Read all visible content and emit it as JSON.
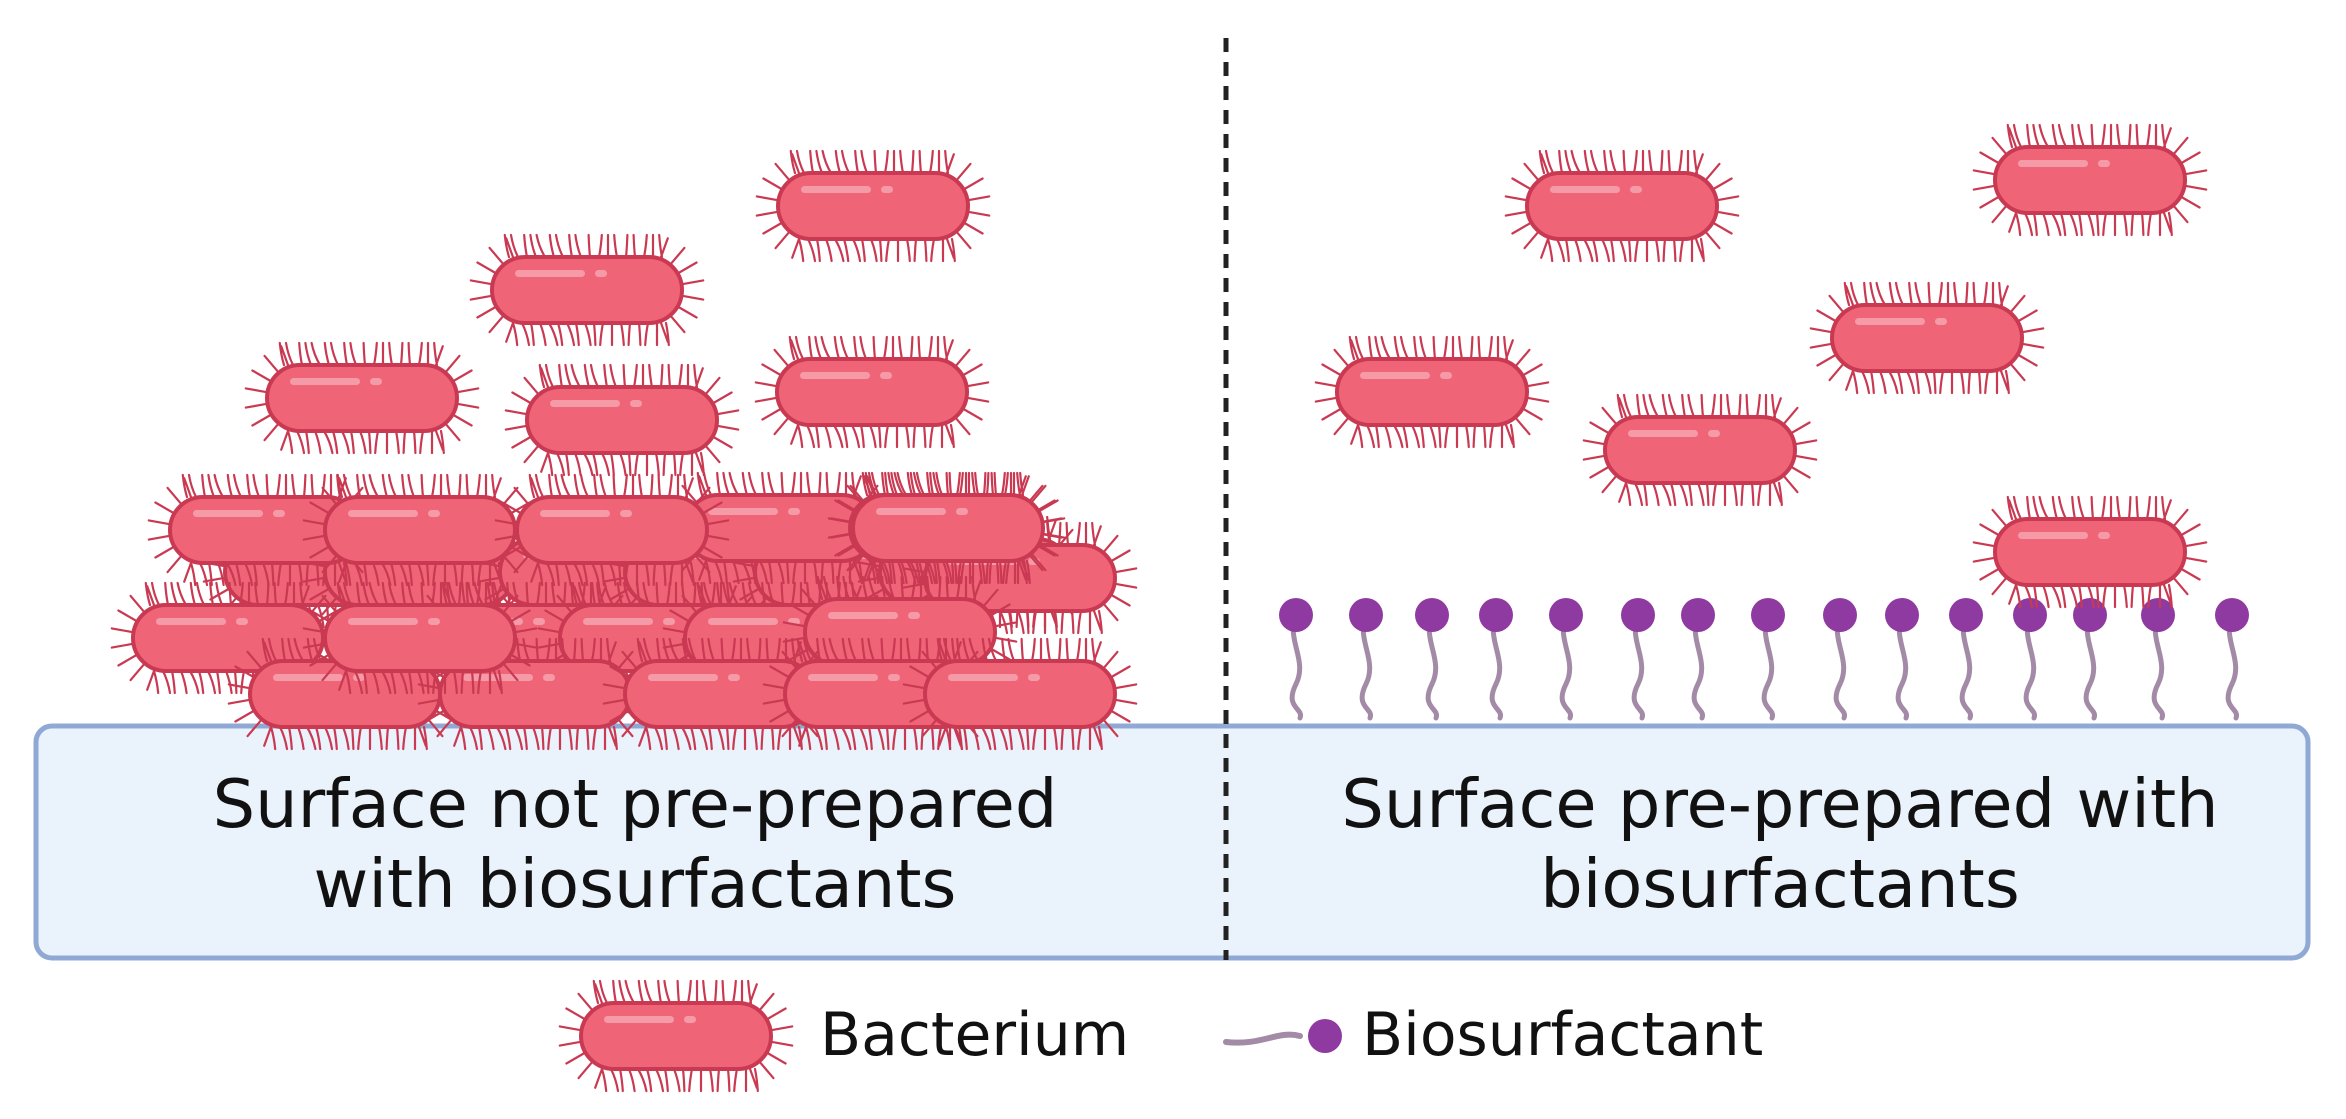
{
  "panels": {
    "left_label_line1": "Surface not pre-prepared",
    "left_label_line2": "with biosurfactants",
    "right_label_line1": "Surface pre-prepared with",
    "right_label_line2": "biosurfactants"
  },
  "legend": {
    "bacterium_label": "Bacterium",
    "biosurfactant_label": "Biosurfactant"
  },
  "colors": {
    "bacterium_fill": "#f06478",
    "bacterium_outline": "#c93a52",
    "surface_fill": "#eaf2fb",
    "surface_border": "#8fa9d4",
    "biosurfactant_head": "#8e3aa0",
    "biosurfactant_tail": "#a38aa6"
  },
  "icons": {
    "bacterium": "bacterium-icon",
    "biosurfactant": "biosurfactant-icon"
  }
}
